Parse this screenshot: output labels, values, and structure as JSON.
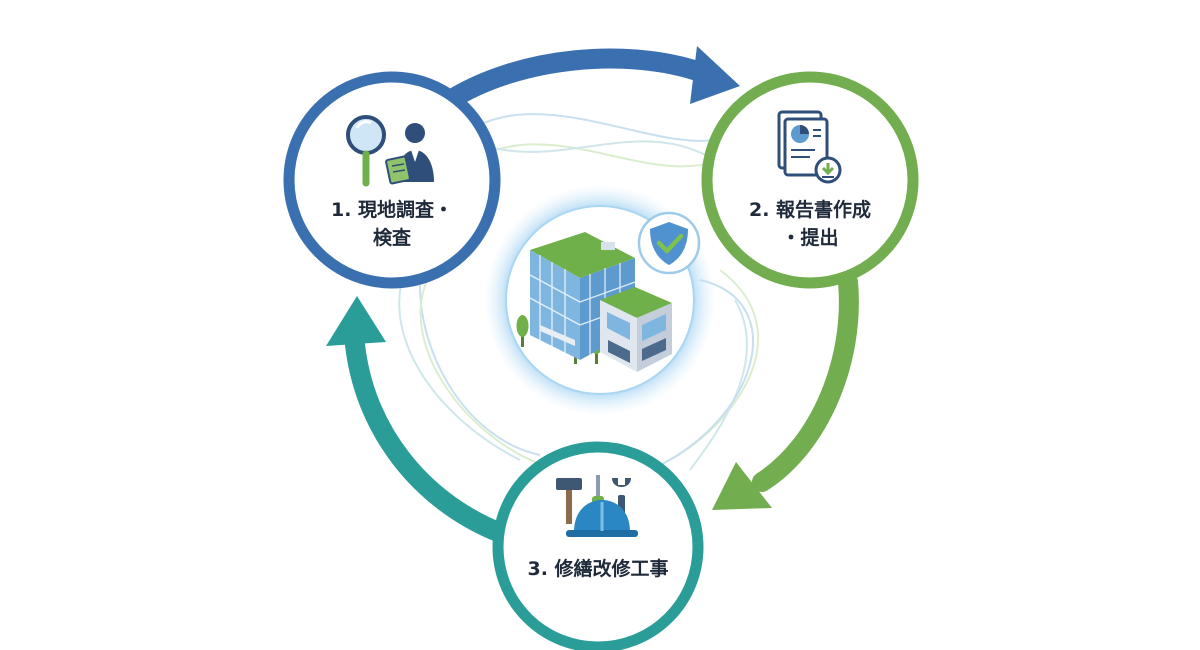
{
  "steps": [
    {
      "lines": [
        "1. 現地調査・",
        "検査"
      ],
      "color": "#3a6fb0",
      "icons": [
        "magnifier-icon",
        "inspector-person-icon"
      ]
    },
    {
      "lines": [
        "2. 報告書作成",
        "・提出"
      ],
      "color": "#72ad4f",
      "icons": [
        "report-document-icon"
      ]
    },
    {
      "lines": [
        "3. 修繕改修工事"
      ],
      "color": "#2a9d99",
      "icons": [
        "hammer-icon",
        "screwdriver-icon",
        "wrench-icon",
        "hard-hat-icon"
      ]
    }
  ],
  "center": {
    "icons": [
      "building-icon",
      "shield-check-icon"
    ]
  },
  "colors": {
    "blue": "#3a6fb0",
    "green": "#72ad4f",
    "teal": "#2a9d99",
    "glow": "#8fc6ee",
    "text": "#1f2a3a"
  }
}
